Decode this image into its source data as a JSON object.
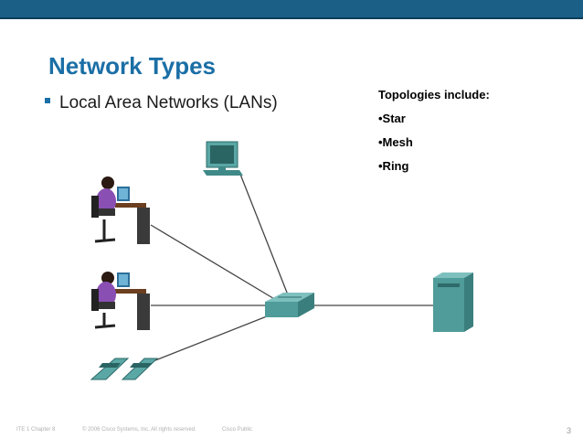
{
  "slide": {
    "title": "Network Types",
    "bullet": "Local Area Networks (LANs)",
    "topologies": {
      "heading": "Topologies include:",
      "items": [
        "•Star",
        "•Mesh",
        "•Ring"
      ]
    }
  },
  "footer": {
    "course": "ITE 1 Chapter 8",
    "copyright": "© 2006 Cisco Systems, Inc. All rights reserved.",
    "classification": "Cisco Public",
    "page": "3"
  },
  "colors": {
    "header_bar": "#1b5f86",
    "title": "#1b6fa6",
    "device_teal": "#4f9c9a"
  },
  "devices": [
    "workstation-top",
    "user-workstation-1",
    "user-workstation-2",
    "ip-phones",
    "switch",
    "server"
  ]
}
